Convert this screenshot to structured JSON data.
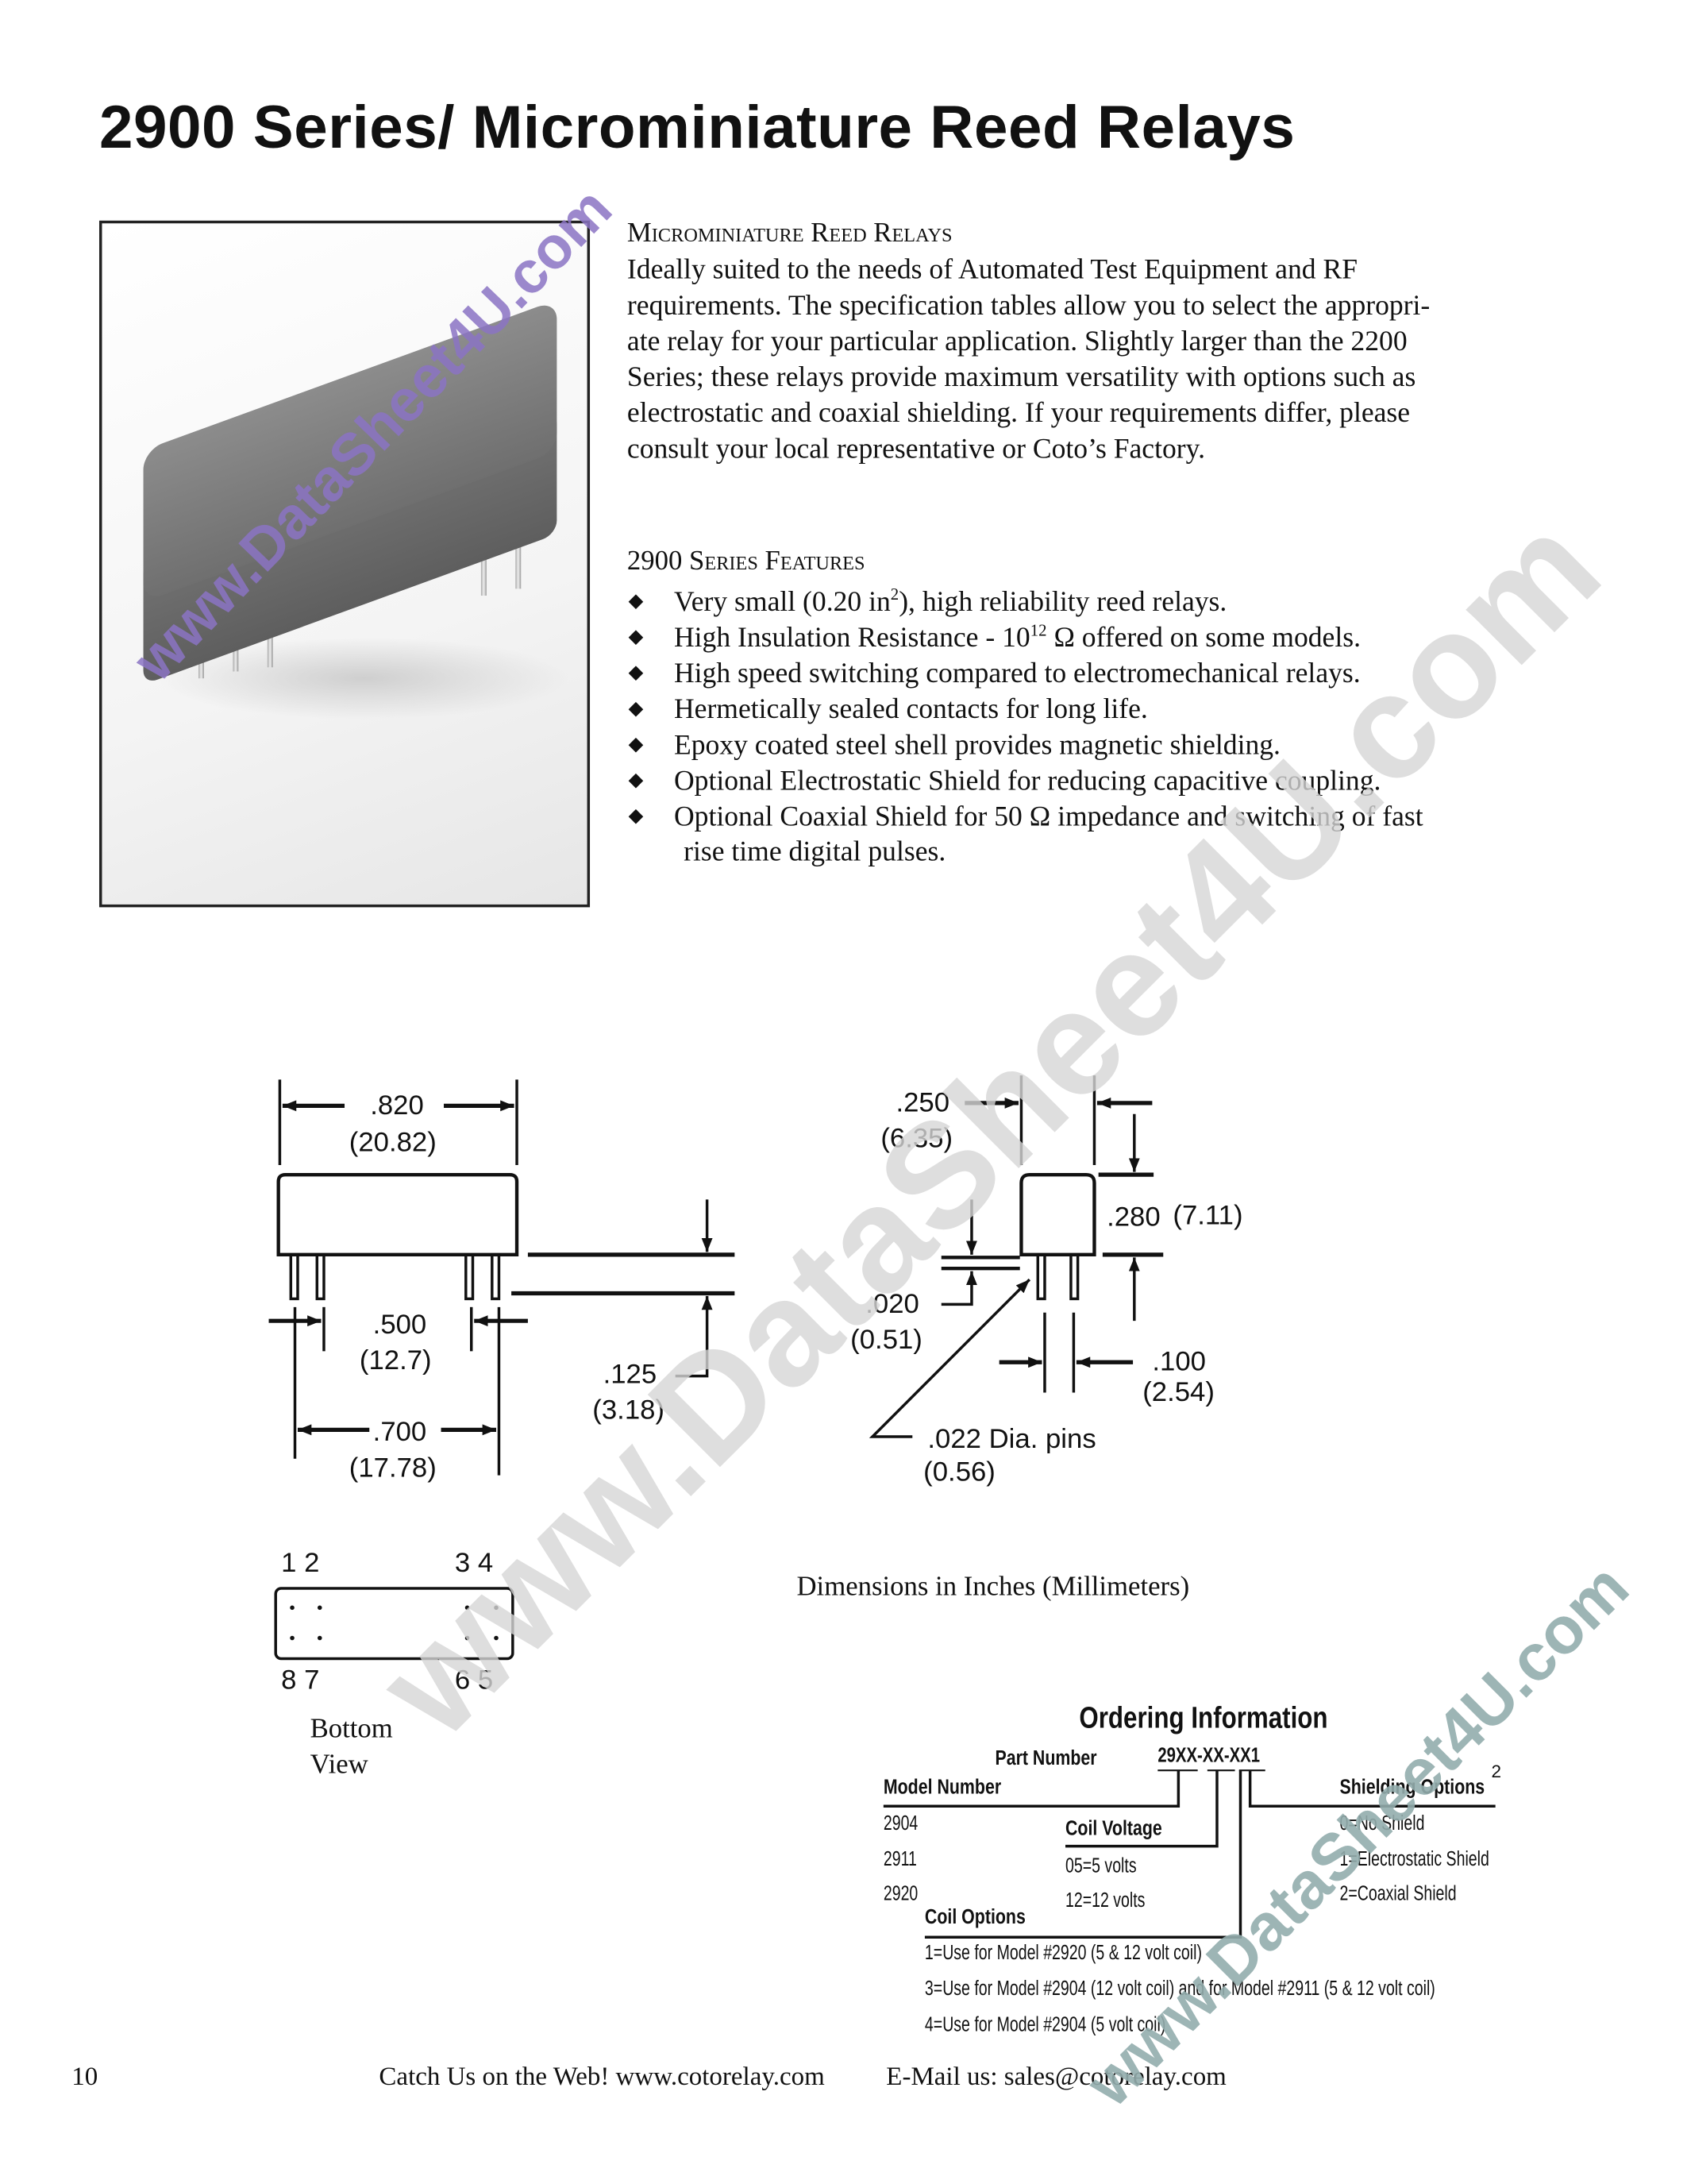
{
  "title": "2900 Series/ Microminiature Reed Relays",
  "intro": {
    "heading": "Microminiature Reed Relays",
    "lines": [
      "Ideally suited to the needs of Automated Test Equipment and RF",
      "requirements. The specification tables allow you to select the appropri-",
      "ate relay for your particular application.  Slightly larger than the 2200",
      "Series;  these relays provide maximum versatility with options such as",
      "electrostatic and coaxial shielding.  If your requirements differ, please",
      "consult your local representative or Coto’s Factory."
    ]
  },
  "features": {
    "heading": "2900 Series Features",
    "items": [
      {
        "pre": "Very  small  (0.20  in",
        "sup": "2",
        "post": "),   high  reliability  reed  relays."
      },
      {
        "pre": "High  Insulation  Resistance  -  10",
        "sup": "12",
        "post": "  Ω  offered  on  some  models."
      },
      {
        "pre": "High  speed  switching  compared  to  electromechanical  relays.",
        "sup": "",
        "post": ""
      },
      {
        "pre": "Hermetically  sealed  contacts  for  long  life.",
        "sup": "",
        "post": ""
      },
      {
        "pre": "Epoxy  coated  steel  shell  provides  magnetic  shielding.",
        "sup": "",
        "post": ""
      },
      {
        "pre": "Optional  Electrostatic  Shield  for  reducing  capacitive  coupling.",
        "sup": "",
        "post": ""
      },
      {
        "pre": "Optional  Coaxial  Shield  for  50  Ω  impedance  and  switching  of  fast",
        "sup": "",
        "post": ""
      }
    ],
    "continuation": "rise time digital pulses."
  },
  "dimensions": {
    "length": ".820",
    "length_mm": "(20.82)",
    "pin_row": ".500",
    "pin_row_mm": "(12.7)",
    "pin_span": ".700",
    "pin_span_mm": "(17.78)",
    "pin_length": ".125",
    "pin_length_mm": "(3.18)",
    "width": ".250",
    "width_mm": "(6.35)",
    "height": ".280",
    "height_mm": "(7.11)",
    "standoff": ".020",
    "standoff_mm": "(0.51)",
    "pin_pitch": ".100",
    "pin_pitch_mm": "(2.54)",
    "pin_dia": ".022 Dia. pins",
    "pin_dia_mm": "(0.56)",
    "caption": "Dimensions  in  Inches  (Millimeters)"
  },
  "bottom_view": {
    "top_left": "1 2",
    "top_right": "3 4",
    "bottom_left": "8 7",
    "bottom_right": "6 5",
    "label_1": "Bottom",
    "label_2": "View"
  },
  "ordering": {
    "title": "Ordering Information",
    "part_number_label": "Part Number",
    "part_number": "29XX-XX-XX1",
    "model_label": "Model Number",
    "models": [
      "2904",
      "2911",
      "2920"
    ],
    "coil_voltage_label": "Coil Voltage",
    "coil_voltages": [
      "05=5 volts",
      "12=12 volts"
    ],
    "shielding_label": "Shielding Options",
    "shielding_sup": "2",
    "shielding": [
      "0=No Shield",
      "1=Electrostatic Shield",
      "2=Coaxial Shield"
    ],
    "coil_options_label": "Coil Options",
    "coil_options": [
      "1=Use for Model #2920  (5 & 12 volt coil)",
      "3=Use for Model #2904 (12 volt coil) and for Model #2911 (5 & 12 volt coil)",
      "4=Use for Model #2904 (5 volt coil)"
    ]
  },
  "footer": {
    "page_number": "10",
    "web": "Catch Us on the Web! www.cotorelay.com",
    "email": "E-Mail us: sales@cotorelay.com"
  },
  "watermark": {
    "text": "www.DataSheet4U.com",
    "colors": {
      "top": "#8b74c4",
      "center": "#d6d6d6",
      "bottom": "#93adad"
    }
  }
}
